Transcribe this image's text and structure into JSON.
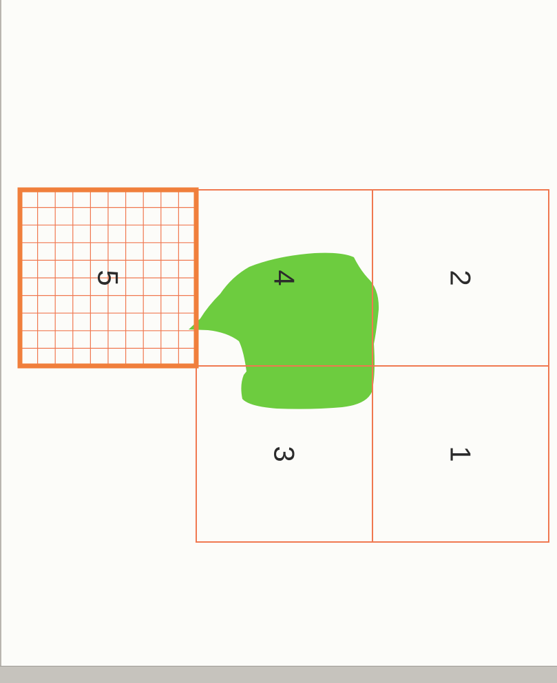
{
  "diagram": {
    "colors": {
      "grid_line": "#f07850",
      "highlight_square": "#f07f3c",
      "blob": "#6dcc3f",
      "label": "#2b2b2b",
      "background": "#fcfcf9"
    },
    "quadrants": [
      {
        "label": "1"
      },
      {
        "label": "2"
      },
      {
        "label": "3"
      },
      {
        "label": "4"
      }
    ],
    "highlight_square": {
      "label": "5",
      "fine_grid_divisions": 10
    }
  }
}
